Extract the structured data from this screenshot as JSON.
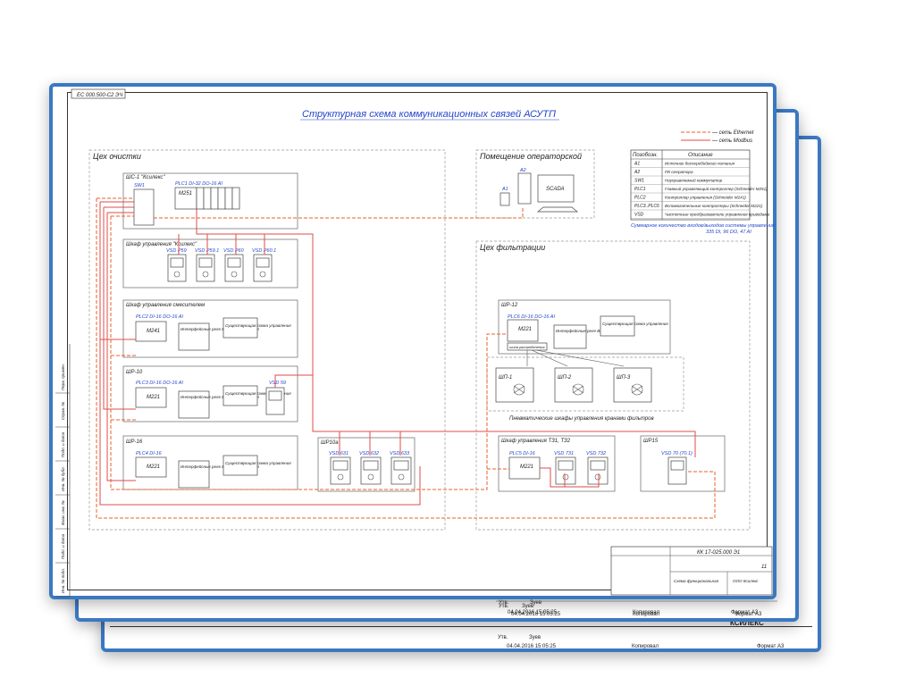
{
  "colors": {
    "ethernet": "#e8622a",
    "modbus": "#e04b4b",
    "blue_text": "#2244cc",
    "sheet_border": "#3a78c2"
  },
  "code_top": "ЕС 000.500-С2 ЭЧ",
  "title": "Структурная схема коммуникационных связей АСУТП",
  "legend_ethernet": "— сеть Ethernet",
  "legend_modbus": "— сеть Modbus",
  "area_cleaning": "Цех очистки",
  "area_operator": "Помещение операторской",
  "area_filtration": "Цех фильтрации",
  "sc1": "ШС-1 \"Ксилекс\"",
  "sw1": "SW1",
  "plc1": "PLC1 DI-32 DO-16 AI",
  "m251": "M251",
  "a1": "A1",
  "a2": "A2",
  "scada": "SCADA",
  "vsd_panel": "Шкаф управления \"Ксилекс\"",
  "vsd_row1": [
    "VSD P59",
    "VSD P59.1",
    "VSD P60",
    "VSD P60.1"
  ],
  "sh_mixer": "Шкаф управления смесителем",
  "plc2": "PLC2 DI-16 DO-16 AI",
  "m241": "M241",
  "interface_block": "Интерфейсные реле Выхода управления",
  "power_block": "Существующая схема управления",
  "shr10": "ШР-10",
  "plc3": "PLC3 DI-16 DO-16 AI",
  "m221": "M221",
  "vsd59": "VSD 59",
  "shr16": "ШР-16",
  "plc4": "PLC4 DI-16",
  "shr10a": "ШР10а",
  "vsd_row2": [
    "VSD 631",
    "VSD 632",
    "VSD 633"
  ],
  "shr12": "ШР-12",
  "plc6": "PLC6 DI-16 DO-16 AI",
  "hub_label": "шина распределения",
  "pneumo": [
    "ШП-1",
    "ШП-2",
    "ШП-3"
  ],
  "pneumo_caption": "Пневматические шкафы управления кранами фильтров",
  "sh_tz": "Шкаф управления ТЗ1, ТЗ2",
  "plc5": "PLC5 DI-16",
  "vsd_row3": [
    "VSD 731",
    "VSD 732"
  ],
  "shr15": "ШР15",
  "vsd_last": "VSD 70 (70.1)",
  "table_headers": [
    "Позобозн.",
    "Описание"
  ],
  "table_rows": [
    [
      "A1",
      "Источник бесперебойного питания"
    ],
    [
      "A2",
      "ПК оператора"
    ],
    [
      "SW1",
      "Неуправляемый коммутатор"
    ],
    [
      "PLC1",
      "Главный управляющий контроллер (Schneider M251)"
    ],
    [
      "PLC2",
      "Контроллер управления (Schneider M241)"
    ],
    [
      "PLC3..PLC6",
      "Вспомогательные контроллеры (Schneider M221)"
    ],
    [
      "VSD",
      "Частотные преобразователи управления приводами"
    ]
  ],
  "summary_line1": "Суммарное количество входов/выходов системы управления",
  "summary_line2": "335 DI, 96 DO, 47 AI",
  "stamp_code": "КК 17-025.000 Э1",
  "stamp_sheet": "11",
  "stamp_org": "ООО Ксилекс",
  "stamp_doc": "Схема функциональная",
  "stamp_utv": "Утв.",
  "stamp_person": "Зуев",
  "stamp_date": "04.04.2016 15:05:25",
  "stamp_kopir": "Копировал",
  "stamp_format": "Формат А3",
  "stamp_company": "КСИЛЕКС",
  "side_labels": [
    "Инв. № подл.",
    "Подп. и дата",
    "Взам. инв. №",
    "Инв. № дубл.",
    "Подп. и дата",
    "Справ. №",
    "Перв. примен."
  ]
}
